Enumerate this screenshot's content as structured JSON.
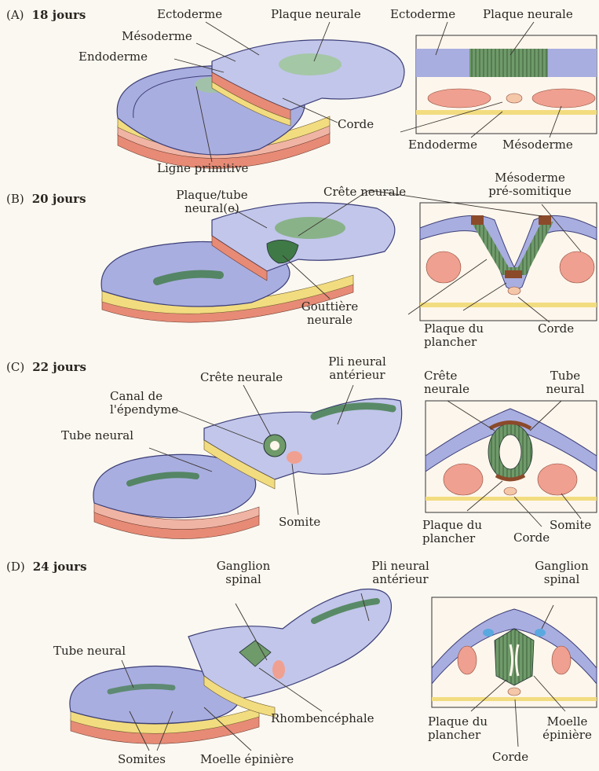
{
  "panels": [
    {
      "letter": "(A)",
      "stage": "18 jours",
      "labels": {
        "ectoderme": "Ectoderme",
        "plaque_neurale": "Plaque neurale",
        "mesoderme": "Mésoderme",
        "endoderme": "Endoderme",
        "corde": "Corde",
        "ligne_primitive": "Ligne primitive",
        "sec_ectoderme": "Ectoderme",
        "sec_plaque_neurale": "Plaque neurale",
        "sec_endoderme": "Endoderme",
        "sec_mesoderme": "Mésoderme"
      }
    },
    {
      "letter": "(B)",
      "stage": "20 jours",
      "labels": {
        "plaque_tube_1": "Plaque/tube",
        "plaque_tube_2": "neural(e)",
        "crete_neurale": "Crête neurale",
        "mesoderme_1": "Mésoderme",
        "mesoderme_2": "pré-somitique",
        "gouttiere_1": "Gouttière",
        "gouttiere_2": "neurale",
        "plancher_1": "Plaque du",
        "plancher_2": "plancher",
        "corde": "Corde"
      }
    },
    {
      "letter": "(C)",
      "stage": "22 jours",
      "labels": {
        "crete_neurale": "Crête neurale",
        "pli_1": "Pli neural",
        "pli_2": "antérieur",
        "canal_1": "Canal de",
        "canal_2": "l'épendyme",
        "tube_neural": "Tube neural",
        "somite": "Somite",
        "sec_crete_1": "Crête",
        "sec_crete_2": "neurale",
        "sec_tube_1": "Tube",
        "sec_tube_2": "neural",
        "plancher_1": "Plaque du",
        "plancher_2": "plancher",
        "corde": "Corde",
        "sec_somite": "Somite"
      }
    },
    {
      "letter": "(D)",
      "stage": "24 jours",
      "labels": {
        "ganglion_1": "Ganglion",
        "ganglion_2": "spinal",
        "pli_1": "Pli neural",
        "pli_2": "antérieur",
        "sec_ganglion_1": "Ganglion",
        "sec_ganglion_2": "spinal",
        "tube_neural": "Tube neural",
        "rhombencephale": "Rhombencéphale",
        "somites": "Somites",
        "moelle": "Moelle épinière",
        "plancher_1": "Plaque du",
        "plancher_2": "plancher",
        "sec_moelle_1": "Moelle",
        "sec_moelle_2": "épinière",
        "corde": "Corde"
      }
    }
  ],
  "colors": {
    "ectoderm": "#a9aee0",
    "ectoderm_dark": "#5a5f9e",
    "neural_plate": "#6f9a6a",
    "neural_green": "#3f7a46",
    "mesoderm": "#f0a090",
    "endoderm": "#f2dc80",
    "crest": "#8b4a2a",
    "notochord": "#f4c7a8",
    "ganglion": "#5aa8e0"
  }
}
